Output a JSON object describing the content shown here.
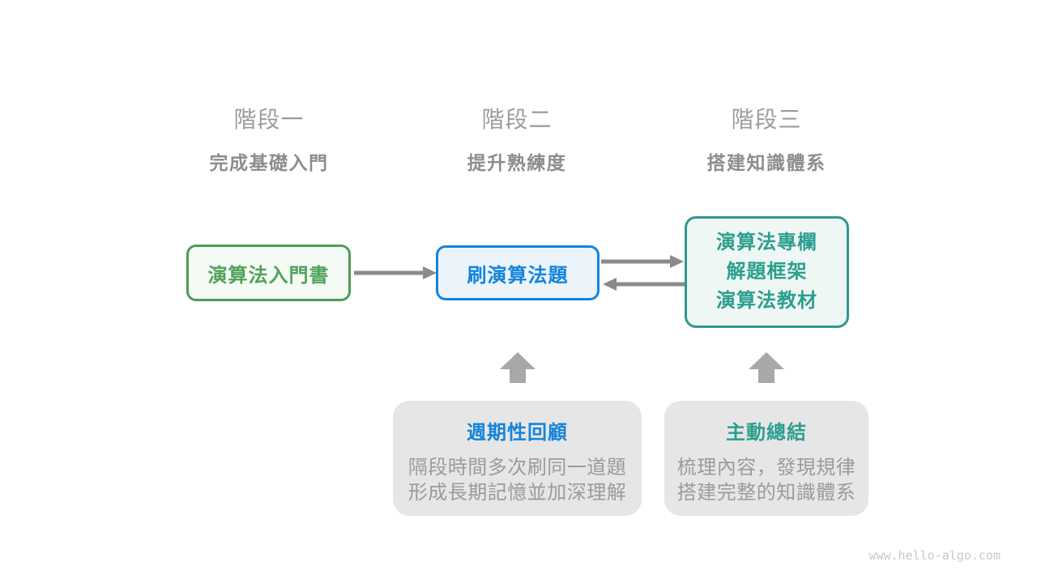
{
  "page": {
    "watermark": "www.hello-algo.com"
  },
  "stages": [
    {
      "label": "階段一",
      "subtitle": "完成基礎入門"
    },
    {
      "label": "階段二",
      "subtitle": "提升熟練度"
    },
    {
      "label": "階段三",
      "subtitle": "搭建知識體系"
    }
  ],
  "nodes": {
    "intro_book": {
      "label": "演算法入門書"
    },
    "practice": {
      "label": "刷演算法題"
    },
    "resources": {
      "lines": [
        "演算法專欄",
        "解題框架",
        "演算法教材"
      ]
    }
  },
  "notes": {
    "review": {
      "title": "週期性回顧",
      "body_lines": [
        "隔段時間多次刷同一道題",
        "形成長期記憶並加深理解"
      ]
    },
    "summarize": {
      "title": "主動總結",
      "body_lines": [
        "梳理內容，發現規律",
        "搭建完整的知識體系"
      ]
    }
  },
  "colors": {
    "stage-label": "#9c9c9c",
    "stage-subtitle": "#8d8d8d",
    "green-border": "#4d9c55",
    "green-text": "#51a25a",
    "green-fill": "#f4faf4",
    "blue-border": "#1484db",
    "blue-text": "#1484db",
    "blue-fill": "#ebf4fb",
    "teal-border": "#31988d",
    "teal-text": "#2c9f8e",
    "teal-fill": "#eff7f5",
    "arrow": "#8a8a8a",
    "block-arrow": "#a8a8a8",
    "note-bg": "#e6e6e6",
    "note-text": "#9b9b9b",
    "watermark": "#c9c9c9"
  }
}
